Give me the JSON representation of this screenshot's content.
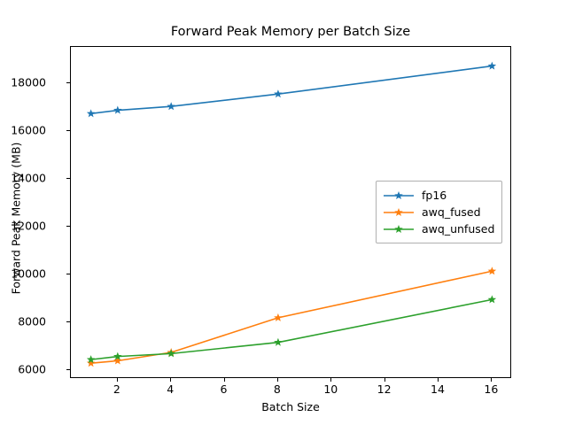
{
  "chart_data": {
    "type": "line",
    "title": "Forward Peak Memory per Batch Size",
    "xlabel": "Batch Size",
    "ylabel": "Forward Peak Memory (MB)",
    "x": [
      1,
      2,
      4,
      8,
      16
    ],
    "xlim": [
      0.25,
      16.75
    ],
    "ylim": [
      5640,
      19530
    ],
    "xticks": [
      2,
      4,
      6,
      8,
      10,
      12,
      14,
      16
    ],
    "xtick_labels": [
      "2",
      "4",
      "6",
      "8",
      "10",
      "12",
      "14",
      "16"
    ],
    "yticks": [
      6000,
      8000,
      10000,
      12000,
      14000,
      16000,
      18000
    ],
    "ytick_labels": [
      "6000",
      "8000",
      "10000",
      "12000",
      "14000",
      "16000",
      "18000"
    ],
    "grid": false,
    "legend_position": "center right",
    "marker": "star",
    "series": [
      {
        "name": "fp16",
        "color": "#1f77b4",
        "values": [
          16740,
          16880,
          17040,
          17560,
          18730
        ]
      },
      {
        "name": "awq_fused",
        "color": "#ff7f0e",
        "values": [
          6300,
          6400,
          6750,
          8200,
          10150
        ]
      },
      {
        "name": "awq_unfused",
        "color": "#2ca02c",
        "values": [
          6450,
          6580,
          6700,
          7170,
          8960
        ]
      }
    ]
  },
  "legend": {
    "entries": [
      "fp16",
      "awq_fused",
      "awq_unfused"
    ]
  }
}
